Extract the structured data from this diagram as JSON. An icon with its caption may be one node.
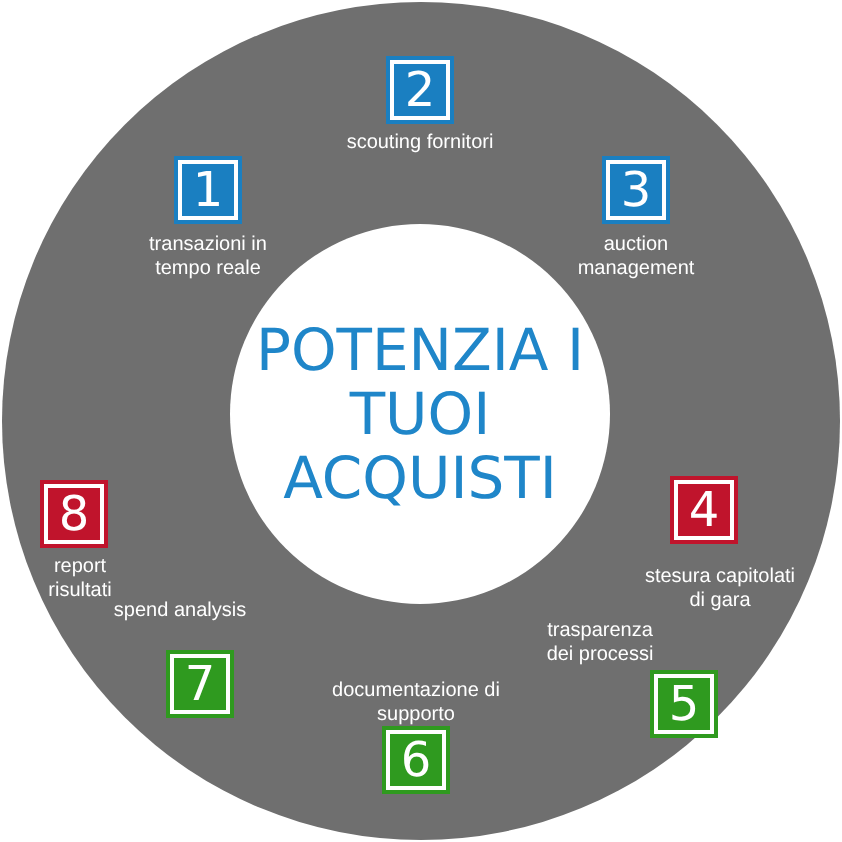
{
  "diagram": {
    "nodes": [
      {
        "text": [
          "POTENZIA I TUOI ACQUISTI"
        ]
      },
      {
        "text": [
          "1"
        ],
        "beside": [
          "transazioni in tempo reale"
        ]
      },
      {
        "text": [
          "2"
        ],
        "beside": [
          "scouting fornitori"
        ]
      },
      {
        "text": [
          "3"
        ],
        "beside": [
          "auction management"
        ]
      },
      {
        "text": [
          "4"
        ],
        "beside": [
          "stesura capitolati di gara"
        ]
      },
      {
        "text": [
          "5"
        ],
        "beside": [
          "trasparenza dei processi"
        ]
      },
      {
        "text": [
          "6"
        ],
        "beside": [
          "documentazione di supporto"
        ]
      },
      {
        "text": [
          "7"
        ],
        "beside": [
          "spend analysis"
        ]
      },
      {
        "text": [
          "8"
        ],
        "beside": [
          "report risultati"
        ]
      }
    ]
  }
}
